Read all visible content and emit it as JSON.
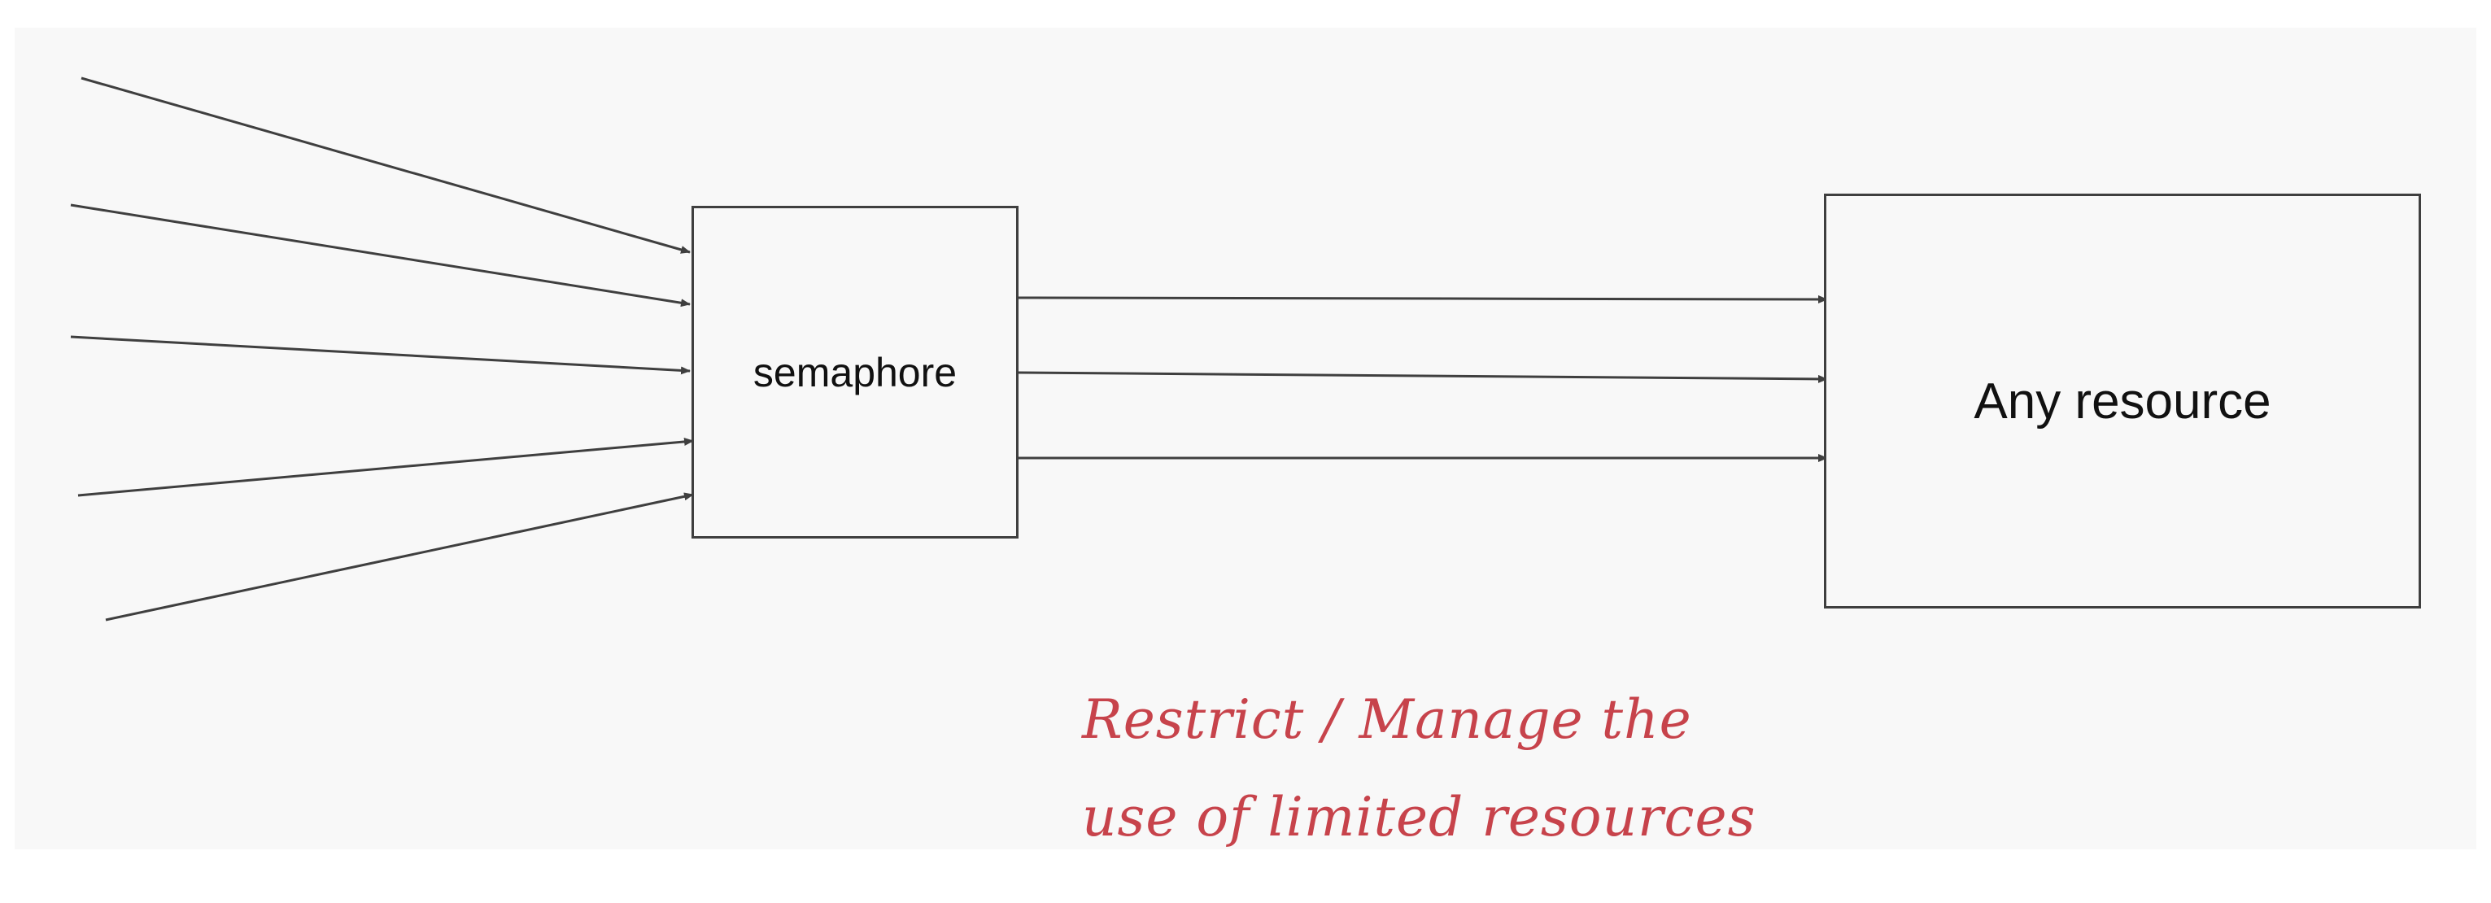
{
  "diagram": {
    "semaphore_label": "semaphore",
    "resource_label": "Any resource",
    "note_lines": [
      "Restrict / Manage the",
      "use of limited resources"
    ],
    "incoming_arrow_count": 5,
    "outgoing_arrow_count": 3,
    "colors": {
      "line": "#3f3f3f",
      "note": "#c7434b",
      "background": "#f8f8f8"
    }
  }
}
